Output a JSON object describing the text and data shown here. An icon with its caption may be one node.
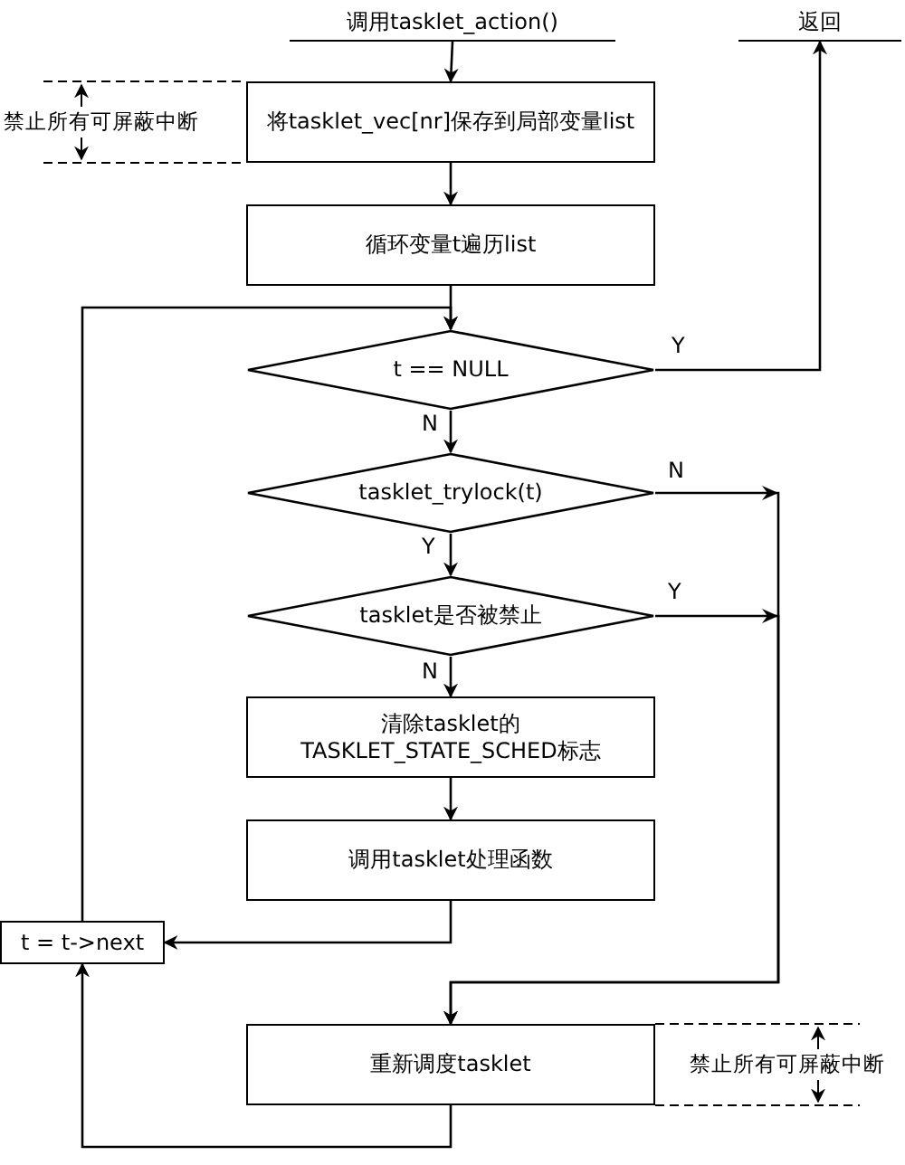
{
  "diagram": {
    "nodes": [
      {
        "text": [
          "调用tasklet_action()"
        ]
      },
      {
        "text": [
          "将tasklet_vec[nr]保存到局部变量list"
        ]
      },
      {
        "text": [
          "循环变量t遍历list"
        ]
      },
      {
        "text": [
          "t == NULL"
        ]
      },
      {
        "text": [
          "返回"
        ]
      },
      {
        "text": [
          "tasklet_trylock(t)"
        ]
      },
      {
        "text": [
          "tasklet是否被禁止"
        ]
      },
      {
        "text": [
          "清除tasklet的 TASKLET_STATE_SCHED标志"
        ]
      },
      {
        "text": [
          "调用tasklet处理函数"
        ]
      },
      {
        "text": [
          "t = t->next"
        ]
      },
      {
        "text": [
          "重新调度tasklet"
        ]
      }
    ],
    "edges": [
      {
        "from": 0,
        "to": 1,
        "arrow": "to"
      },
      {
        "from": 1,
        "to": 2,
        "arrow": "to"
      },
      {
        "from": 2,
        "to": 3,
        "arrow": "to"
      },
      {
        "from": 3,
        "to": 4,
        "arrow": "to",
        "label": "Y"
      },
      {
        "from": 3,
        "to": 5,
        "arrow": "to",
        "label": "N"
      },
      {
        "from": 5,
        "to": 10,
        "arrow": "to",
        "label": "N"
      },
      {
        "from": 5,
        "to": 6,
        "arrow": "to",
        "label": "Y"
      },
      {
        "from": 6,
        "to": 10,
        "arrow": "to",
        "label": "Y"
      },
      {
        "from": 6,
        "to": 7,
        "arrow": "to",
        "label": "N"
      },
      {
        "from": 7,
        "to": 8,
        "arrow": "to"
      },
      {
        "from": 8,
        "to": 9,
        "arrow": "to"
      },
      {
        "from": 9,
        "to": 3,
        "arrow": "to"
      },
      {
        "from": 10,
        "to": 9,
        "arrow": "to"
      }
    ],
    "labels": [
      "禁止所有可屏蔽中断",
      "禁止所有可屏蔽中断"
    ]
  }
}
